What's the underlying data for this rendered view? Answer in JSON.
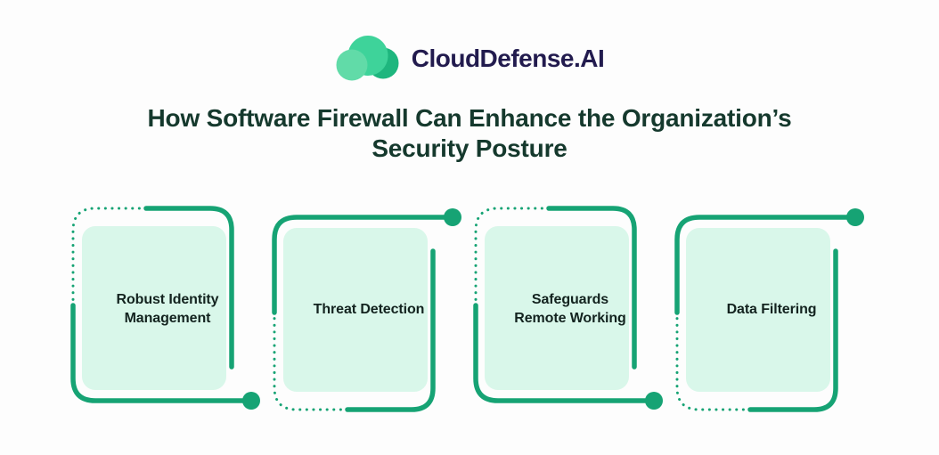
{
  "logo": {
    "icon": "cloud-icon",
    "text": "CloudDefense.AI"
  },
  "title": {
    "line1": "How Software Firewall Can Enhance the Organization’s",
    "line2": "Security Posture"
  },
  "cards": [
    {
      "label": "Robust Identity\nManagement",
      "decoration": "dotted-top-left, solid-bottom, end-dot-bottom-right"
    },
    {
      "label": "Threat Detection",
      "decoration": "solid-top, end-dot-top-right, dotted-bottom-left"
    },
    {
      "label": "Safeguards\nRemote Working",
      "decoration": "dotted-top-left, solid-bottom, end-dot-bottom-right"
    },
    {
      "label": "Data Filtering",
      "decoration": "solid-top, end-dot-top-right, dotted-bottom-left"
    }
  ],
  "colors": {
    "accent_green": "#16a374",
    "mint": "#d9f7ea",
    "title_green": "#15392d",
    "card_text": "#13231f",
    "logo_navy": "#221b4e",
    "logo_main_green": "#3ed39a",
    "logo_dark_green": "#1eb67e",
    "logo_light_green": "#61dba8",
    "background": "#fdfdfd"
  }
}
